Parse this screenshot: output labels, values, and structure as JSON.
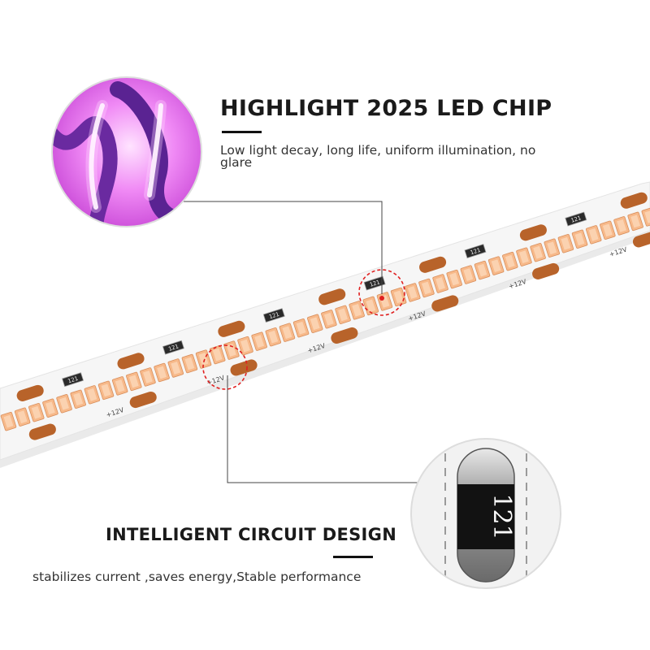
{
  "feature_led": {
    "title": "HIGHLIGHT 2025 LED CHIP",
    "description": "Low light decay, long life, uniform illumination, no glare"
  },
  "feature_circuit": {
    "title": "INTELLIGENT CIRCUIT DESIGN",
    "description": "stabilizes current ,saves energy,Stable performance"
  },
  "strip": {
    "resistor_code": "121",
    "voltage_label": "+12V"
  },
  "colors": {
    "led": "#f7b98a",
    "copper_pad": "#b8632a",
    "glow": "#e86ef0",
    "callout_dash": "#e02020"
  }
}
